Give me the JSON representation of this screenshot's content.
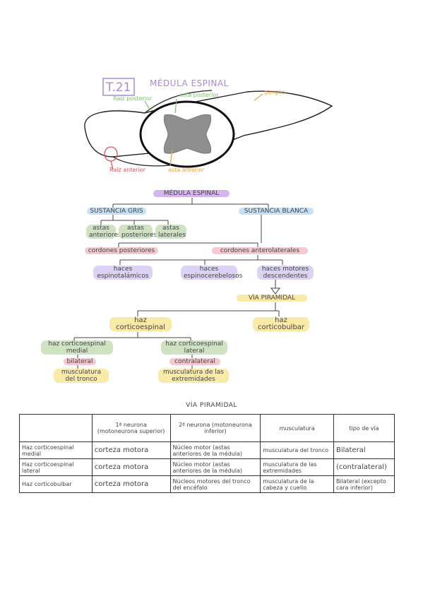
{
  "diagram": {
    "topic_number": "T.21",
    "title": "MÉDULA ESPINAL",
    "labels": {
      "raiz_posterior": "Raíz posterior",
      "asta_posterior": "asta posterior",
      "ganglio": "ganglio",
      "raiz_anterior": "Raíz anterior",
      "asta_anterior": "asta anterior"
    },
    "colors": {
      "title": "#a98bd8",
      "green": "#7cc36a",
      "orange": "#f0a13c",
      "red": "#e0555c",
      "gray_matter": "#8f8f8f"
    }
  },
  "map": {
    "root": "MÉDULA ESPINAL",
    "sustancia_gris": "SUSTANCIA GRIS",
    "sustancia_blanca": "SUSTANCIA BLANCA",
    "astas_anteriores": "astas anteriores",
    "astas_posteriores": "astas posteriores",
    "astas_laterales": "astas laterales",
    "cordones_posteriores": "cordones posteriores",
    "cordones_anterolaterales": "cordones anterolaterales",
    "haces_espinotalamicos": "haces espinotalámicos",
    "haces_espinocerebelosos": "haces espinocerebelosos",
    "haces_motores_descendentes": "haces motores descendentes",
    "via_piramidal": "VÍA PIRAMIDAL",
    "haz_corticoespinal": "haz corticoespinal",
    "haz_corticobulbar": "haz corticobulbar",
    "haz_ce_medial": "haz corticoespinal medial",
    "haz_ce_lateral": "haz corticoespinal lateral",
    "bilateral": "bilateral",
    "contralateral": "contralateral",
    "musc_tronco": "musculatura del tronco",
    "musc_extremidades": "musculatura de las extremidades"
  },
  "table": {
    "title": "VÍA PIRAMIDAL",
    "headers": [
      "",
      "1ª neurona (motoneurona superior)",
      "2ª neurona (motoneurona inferior)",
      "musculatura",
      "tipo de vía"
    ],
    "rows": [
      [
        "Haz corticoespinal medial",
        "corteza motora",
        "Núcleo motor (astas anteriores de la médula)",
        "musculatura del tronco",
        "Bilateral"
      ],
      [
        "Haz corticoespinal lateral",
        "corteza motora",
        "Núcleo motor (astas anteriores de la médula)",
        "musculatura de las extremidades",
        "(contralateral)"
      ],
      [
        "Haz corticobulbar",
        "corteza motora",
        "Núcleos motores del tronco del encéfalo",
        "musculatura de la cabeza y cuello",
        "Bilateral (excepto cara inferior)"
      ]
    ]
  }
}
